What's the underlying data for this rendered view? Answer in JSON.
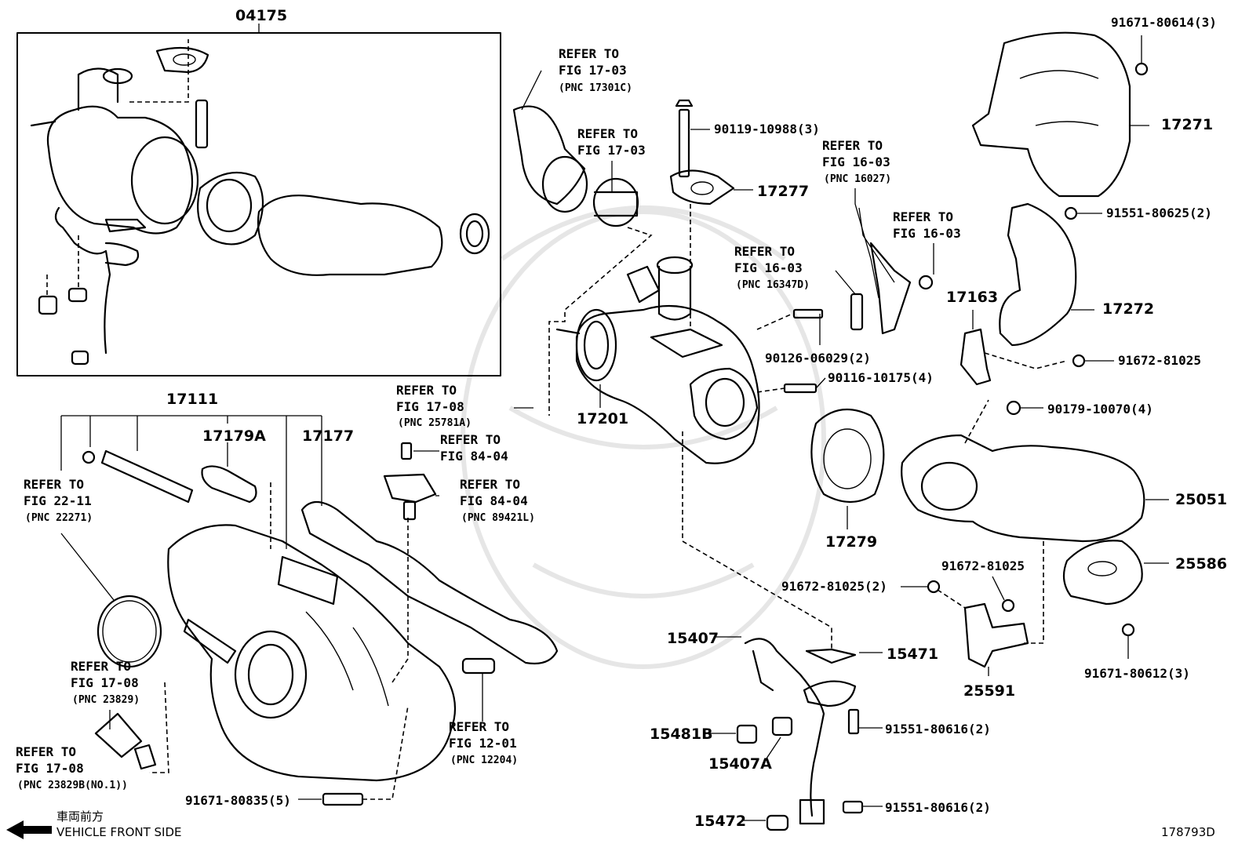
{
  "callouts": {
    "c04175": "04175",
    "c17111": "17111",
    "c17179A": "17179A",
    "c17177": "17177",
    "c17201": "17201",
    "c17277": "17277",
    "c17271": "17271",
    "c17272": "17272",
    "c17163": "17163",
    "c17279": "17279",
    "c25051": "25051",
    "c25586": "25586",
    "c25591": "25591",
    "c15407": "15407",
    "c15471": "15471",
    "c15481B": "15481B",
    "c15407A": "15407A",
    "c15472": "15472",
    "b91671_80614": "91671-80614(3)",
    "b91551_80625": "91551-80625(2)",
    "b91672_81025_r": "91672-81025",
    "b90179_10070": "90179-10070(4)",
    "b90119_10988": "90119-10988(3)",
    "b90126_06029": "90126-06029(2)",
    "b90116_10175": "90116-10175(4)",
    "b91672_81025_2": "91672-81025(2)",
    "b91672_81025_m": "91672-81025",
    "b91671_80612": "91671-80612(3)",
    "b91551_80616_a": "91551-80616(2)",
    "b91551_80616_b": "91551-80616(2)",
    "b91671_80835": "91671-80835(5)"
  },
  "refs": {
    "r1": [
      "REFER TO",
      "FIG 17-03",
      "(PNC 17301C)"
    ],
    "r2": [
      "REFER TO",
      "FIG 17-03"
    ],
    "r3": [
      "REFER TO",
      "FIG 16-03",
      "(PNC 16027)"
    ],
    "r4": [
      "REFER TO",
      "FIG 16-03"
    ],
    "r5": [
      "REFER TO",
      "FIG 16-03",
      "(PNC 16347D)"
    ],
    "r6": [
      "REFER TO",
      "FIG 17-08",
      "(PNC 25781A)"
    ],
    "r7": [
      "REFER TO",
      "FIG 84-04"
    ],
    "r8": [
      "REFER TO",
      "FIG 84-04",
      "(PNC 89421L)"
    ],
    "r9": [
      "REFER TO",
      "FIG 22-11",
      "(PNC 22271)"
    ],
    "r10": [
      "REFER TO",
      "FIG 17-08",
      "(PNC 23829)"
    ],
    "r11": [
      "REFER TO",
      "FIG 17-08",
      "(PNC 23829B(NO.1))"
    ],
    "r12": [
      "REFER TO",
      "FIG 12-01",
      "(PNC 12204)"
    ]
  },
  "footer": {
    "front_jp": "車両前方",
    "front_en": "VEHICLE FRONT SIDE",
    "fig_id": "178793D"
  }
}
